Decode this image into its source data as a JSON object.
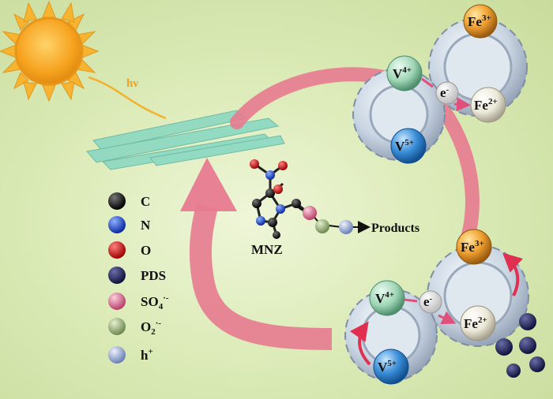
{
  "sun": {
    "label": "hν",
    "color": "#f5a623"
  },
  "catalyst_color": "#8fd9c2",
  "molecule": {
    "label": "MNZ"
  },
  "products": {
    "label": "Products"
  },
  "legend": [
    {
      "key": "c",
      "symbol": "C",
      "color": "#111111"
    },
    {
      "key": "n",
      "symbol": "N",
      "color": "#1a3fd6"
    },
    {
      "key": "o",
      "symbol": "O",
      "color": "#d81010"
    },
    {
      "key": "pds",
      "symbol": "PDS",
      "color": "#22245a"
    },
    {
      "key": "so4",
      "symbol": "SO",
      "sub": "4",
      "sup": "·-",
      "color": "#e06a8c"
    },
    {
      "key": "o2",
      "symbol": "O",
      "sub": "2",
      "sup": "·-",
      "color": "#9bb57a"
    },
    {
      "key": "h",
      "symbol": "h",
      "sup": "+",
      "color": "#98aed8"
    }
  ],
  "ions": {
    "fe3": {
      "base": "Fe",
      "sup": "3+",
      "color": "#f0a030"
    },
    "fe2": {
      "base": "Fe",
      "sup": "2+",
      "color": "#f2efe4"
    },
    "v4": {
      "base": "V",
      "sup": "4+",
      "color": "#9fd6b6"
    },
    "v5": {
      "base": "V",
      "sup": "5+",
      "color": "#3a8ed8"
    },
    "electron": {
      "base": "e",
      "sup": "-",
      "color": "#f4f4f4"
    }
  },
  "cycle_color": "#e77a8f"
}
